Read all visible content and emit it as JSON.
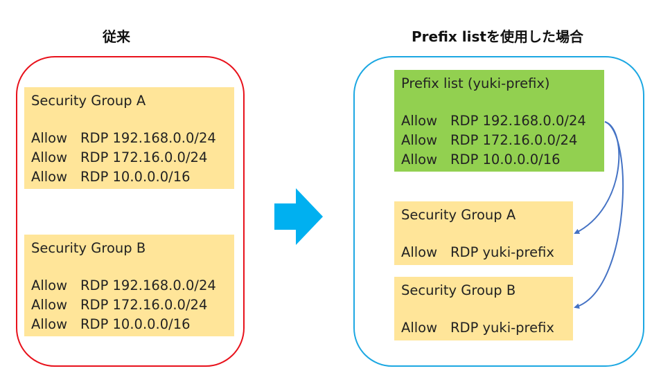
{
  "headings": {
    "left": "従来",
    "right": "Prefix listを使用した場合"
  },
  "left_panel": {
    "groups": [
      {
        "title": "Security Group A",
        "rules": [
          {
            "action": "Allow",
            "source": "RDP 192.168.0.0/24"
          },
          {
            "action": "Allow",
            "source": "RDP 172.16.0.0/24"
          },
          {
            "action": "Allow",
            "source": "RDP 10.0.0.0/16"
          }
        ]
      },
      {
        "title": "Security Group B",
        "rules": [
          {
            "action": "Allow",
            "source": "RDP 192.168.0.0/24"
          },
          {
            "action": "Allow",
            "source": "RDP 172.16.0.0/24"
          },
          {
            "action": "Allow",
            "source": "RDP 10.0.0.0/16"
          }
        ]
      }
    ]
  },
  "right_panel": {
    "prefix_list": {
      "title": "Prefix list (yuki-prefix)",
      "rules": [
        {
          "action": "Allow",
          "source": "RDP 192.168.0.0/24"
        },
        {
          "action": "Allow",
          "source": "RDP 172.16.0.0/24"
        },
        {
          "action": "Allow",
          "source": "RDP 10.0.0.0/16"
        }
      ]
    },
    "groups": [
      {
        "title": "Security Group A",
        "rules": [
          {
            "action": "Allow",
            "source": "RDP yuki-prefix"
          }
        ]
      },
      {
        "title": "Security Group B",
        "rules": [
          {
            "action": "Allow",
            "source": "RDP yuki-prefix"
          }
        ]
      }
    ]
  },
  "colors": {
    "left_border": "#e8111b",
    "right_border": "#1ba7e2",
    "yellow_box": "#ffe599",
    "green_box": "#92d050",
    "big_arrow": "#00b0f0",
    "connector": "#4472c4"
  }
}
